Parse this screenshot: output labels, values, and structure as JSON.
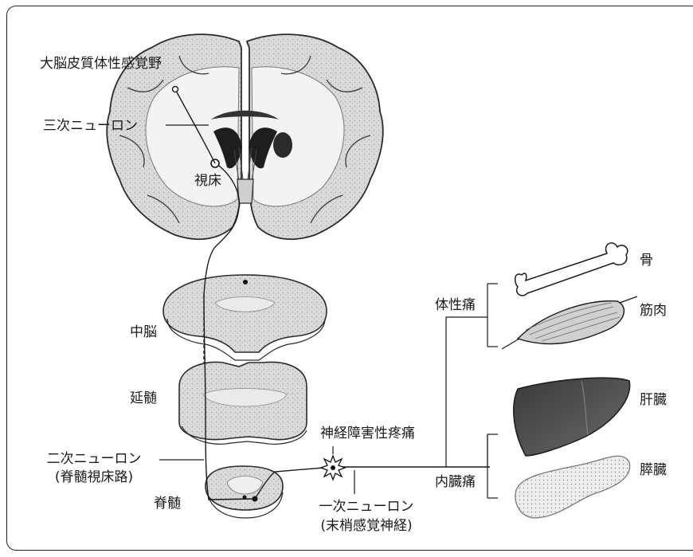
{
  "labels": {
    "cortex": "大脳皮質体性感覚野",
    "third_neuron": "三次ニューロン",
    "thalamus": "視床",
    "midbrain": "中脳",
    "medulla": "延髄",
    "second_neuron": "二次ニューロン",
    "second_neuron_sub": "(脊髄視床路)",
    "spinal_cord": "脊髄",
    "neuropathic_pain": "神経障害性疼痛",
    "first_neuron": "一次ニューロン",
    "first_neuron_sub": "(末梢感覚神経)",
    "somatic_pain": "体性痛",
    "visceral_pain": "内臓痛",
    "bone": "骨",
    "muscle": "筋肉",
    "liver": "肝臓",
    "pancreas": "膵臓"
  },
  "colors": {
    "tissue": "#d9d9d9",
    "tissue_edge": "#2a2a2a",
    "ventricle": "#1e1e1e",
    "liver": "#4a4a4a",
    "line": "#1a1a1a"
  }
}
